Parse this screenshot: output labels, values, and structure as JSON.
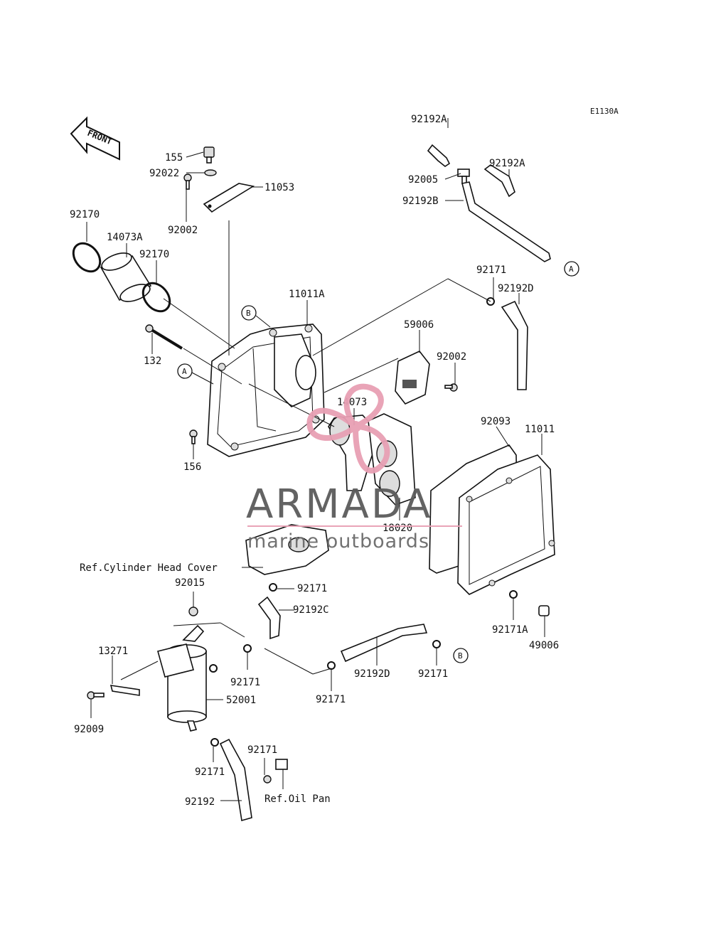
{
  "diagram_code": "E1130A",
  "front_label": "FRONT",
  "callouts": {
    "p155": "155",
    "p92022": "92022",
    "p11053": "11053",
    "p92002_top": "92002",
    "p92170_a": "92170",
    "p14073A": "14073A",
    "p92170_b": "92170",
    "p11011A": "11011A",
    "p132": "132",
    "p156": "156",
    "p92192A_a": "92192A",
    "p92192A_b": "92192A",
    "p92005": "92005",
    "p92192B": "92192B",
    "p92171_top": "92171",
    "p92192D_top": "92192D",
    "p59006": "59006",
    "p92002_mid": "92002",
    "p14073": "14073",
    "p92093": "92093",
    "p11011": "11011",
    "p18020": "18020",
    "p92015": "92015",
    "p92171_mid": "92171",
    "p92192C": "92192C",
    "p13271": "13271",
    "p92171_b": "92171",
    "p52001": "52001",
    "p92009": "92009",
    "p92171_c": "92171",
    "p92192D_bot": "92192D",
    "p92171_d": "92171",
    "p92171A": "92171A",
    "p49006": "49006",
    "p92171_e": "92171",
    "p92171_f": "92171",
    "p92192": "92192"
  },
  "references": {
    "cylinder_head": "Ref.Cylinder Head Cover",
    "oil_pan": "Ref.Oil Pan"
  },
  "markers": {
    "a1": "A",
    "a2": "A",
    "b1": "B",
    "b2": "B"
  },
  "watermark": {
    "title": "ARMADA",
    "subtitle": "marine outboards",
    "accent_color": "#e8a0b4",
    "text_color": "#5b5b5b"
  }
}
